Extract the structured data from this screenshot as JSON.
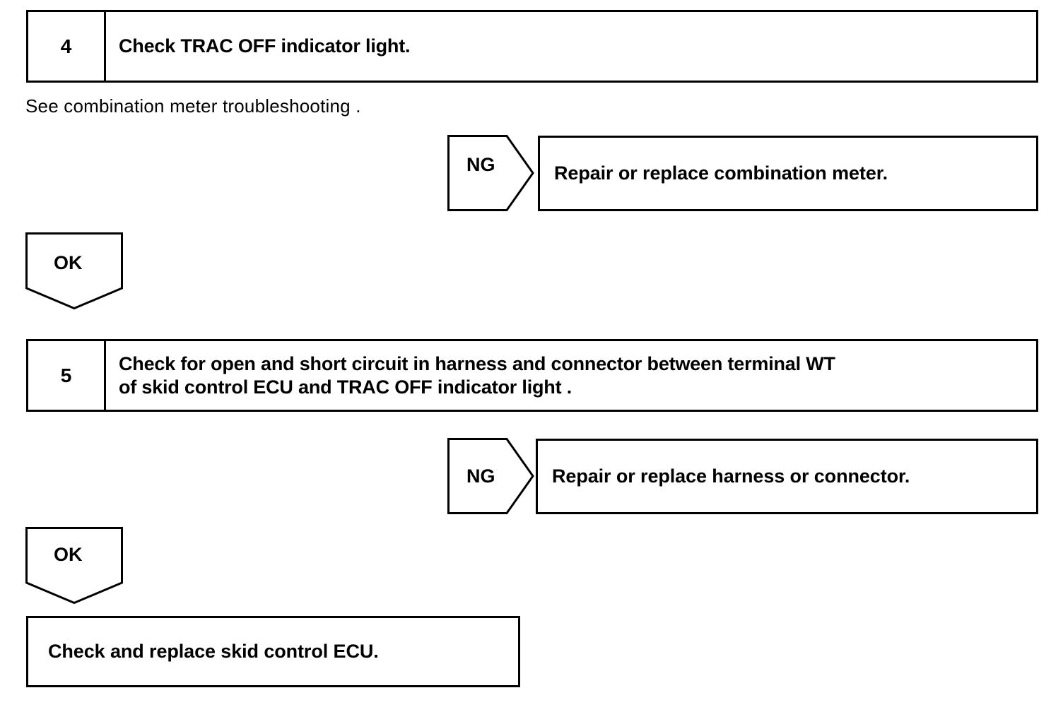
{
  "document": {
    "type": "troubleshooting-flowchart",
    "ink_color": "#000000",
    "background_color": "#ffffff"
  },
  "steps": [
    {
      "number": "4",
      "title": "Check TRAC OFF indicator light.",
      "line2": ""
    },
    {
      "number": "5",
      "title": "Check for open and short circuit in harness and connector between terminal WT",
      "line2": "of skid control ECU and TRAC OFF indicator light ."
    }
  ],
  "notes": [
    {
      "text": "See combination meter troubleshooting ."
    }
  ],
  "branches": [
    {
      "label": "NG",
      "result": "Repair or replace combination meter."
    },
    {
      "label": "NG",
      "result": "Repair or replace harness or connector."
    }
  ],
  "connectors": [
    {
      "label": "OK"
    },
    {
      "label": "OK"
    }
  ],
  "final": {
    "text": "Check and replace skid control ECU."
  }
}
